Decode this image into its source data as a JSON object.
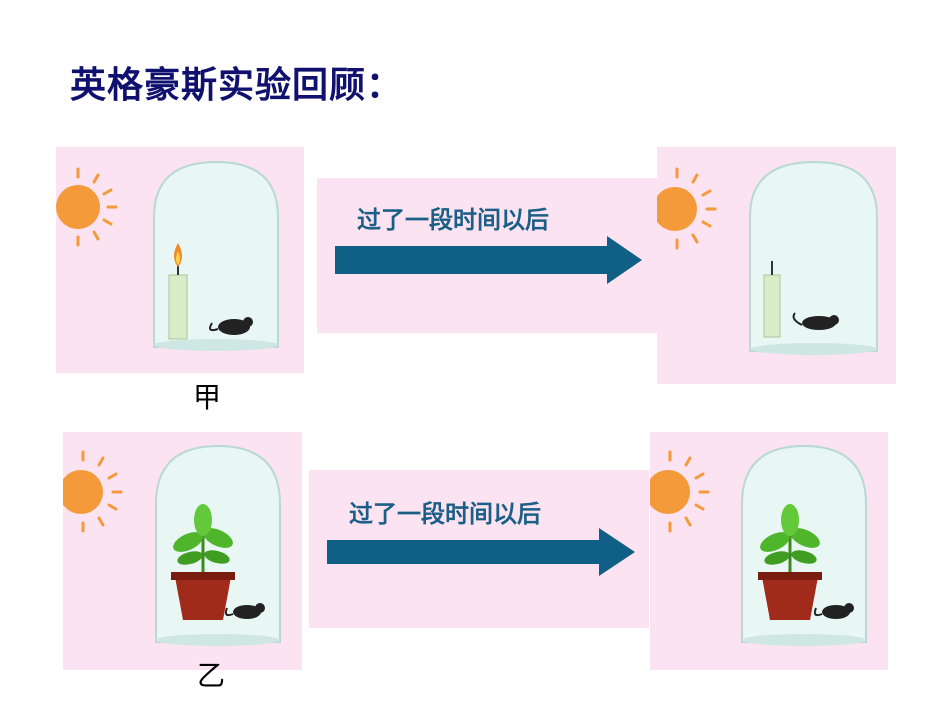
{
  "title": "英格豪斯实验回顾：",
  "rows": [
    {
      "label": "甲",
      "arrow_text": "过了一段时间以后",
      "before": "candle-lit-with-mouse",
      "after": "candle-out-mouse-dead"
    },
    {
      "label": "乙",
      "arrow_text": "过了一段时间以后",
      "before": "plant-with-mouse",
      "after": "plant-with-mouse-alive"
    }
  ],
  "colors": {
    "panel_bg": "#fbe3f1",
    "arrow": "#0f5f86",
    "sun": "#f59a3a",
    "title": "#10106e"
  }
}
